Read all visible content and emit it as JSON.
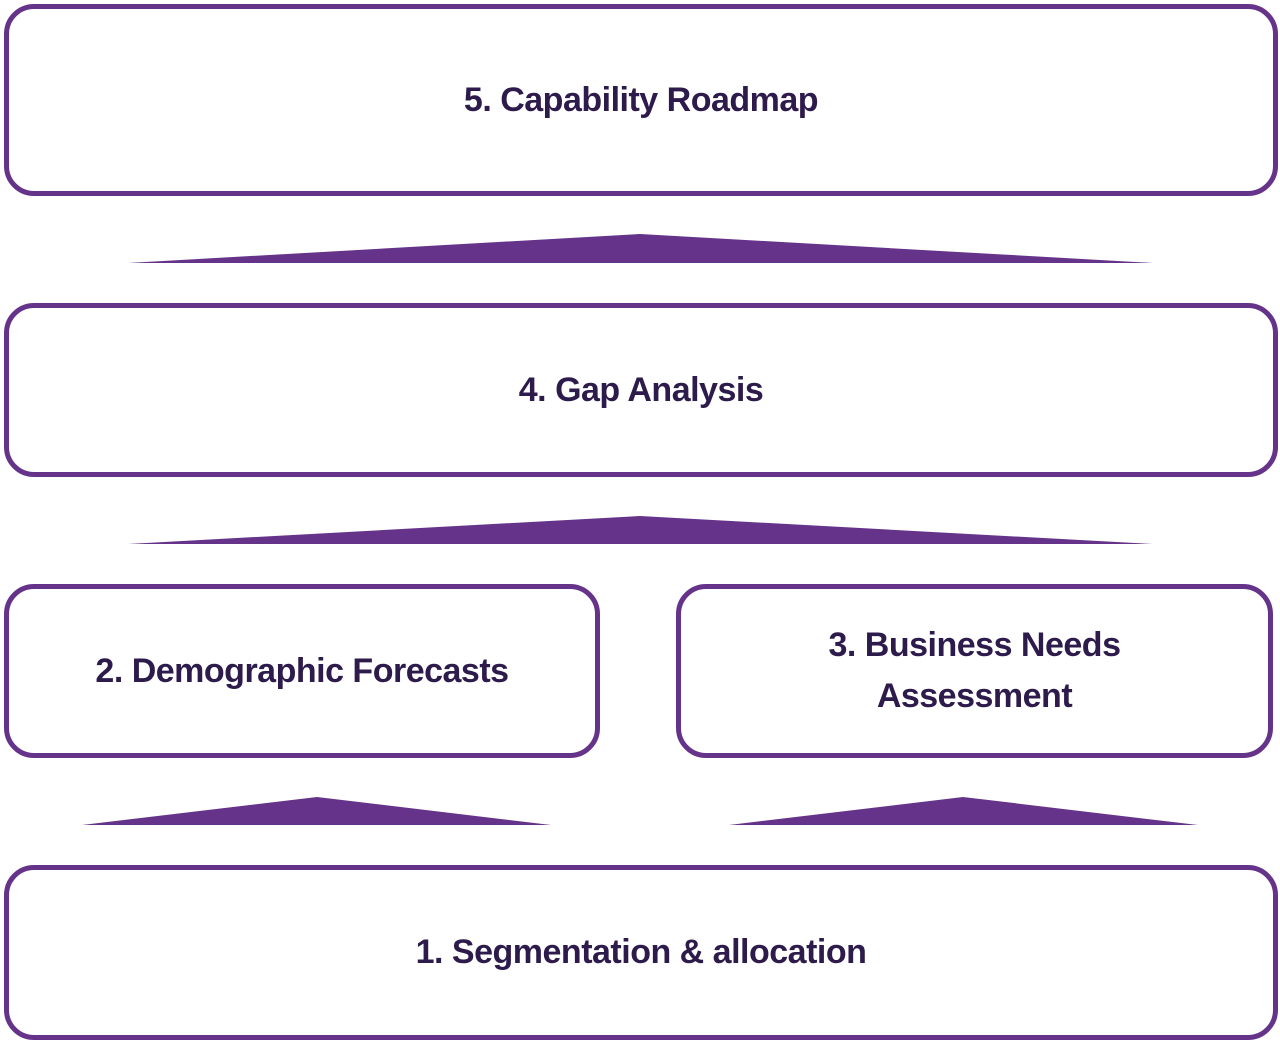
{
  "colors": {
    "border": "#65348a",
    "text": "#2d1b4b",
    "arrow": "#65348a"
  },
  "steps": {
    "step5": "5. Capability Roadmap",
    "step4": "4. Gap Analysis",
    "step2": "2. Demographic Forecasts",
    "step3_line1": "3. Business Needs",
    "step3_line2": "Assessment",
    "step1": "1. Segmentation & allocation"
  }
}
